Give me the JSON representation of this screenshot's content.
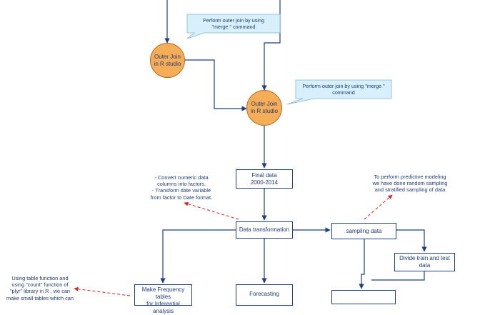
{
  "colors": {
    "flow_line": "#1f3f88",
    "node_fill": "#f6ad57",
    "callout_fill": "#d7f0fb",
    "dashed_arrow": "#e0201c"
  },
  "nodes": {
    "outer_join_1": "Outer Join\nin R studio",
    "outer_join_2": "Outer Join\nin R studio",
    "final_data": "Final data\n2000-2014",
    "data_transformation": "Data transformation",
    "sampling_data": "sampling data",
    "divide_train_test": "Divide train and test\ndata",
    "frequency_tables": "Make Frequency tables\nfor Inferential analysis",
    "forecasting": "Forecasting"
  },
  "callouts": {
    "merge_1": "Perform outer join by using\n\"merge \" command",
    "merge_2": "Perform outer join by using \"merge \"\ncommand"
  },
  "notes": {
    "transformation_note": "- Convert numeric data\ncolumns into factors.\n- Transform date variable\nfrom factor to Date format.",
    "sampling_note": "To perform predictive modeling\nwe have done random sampling\nand stratified sampling of data",
    "table_note": "Using table function and\nusing \"count\" function of\n\"plyr\" library in R , we can\nmake small tables which can"
  }
}
